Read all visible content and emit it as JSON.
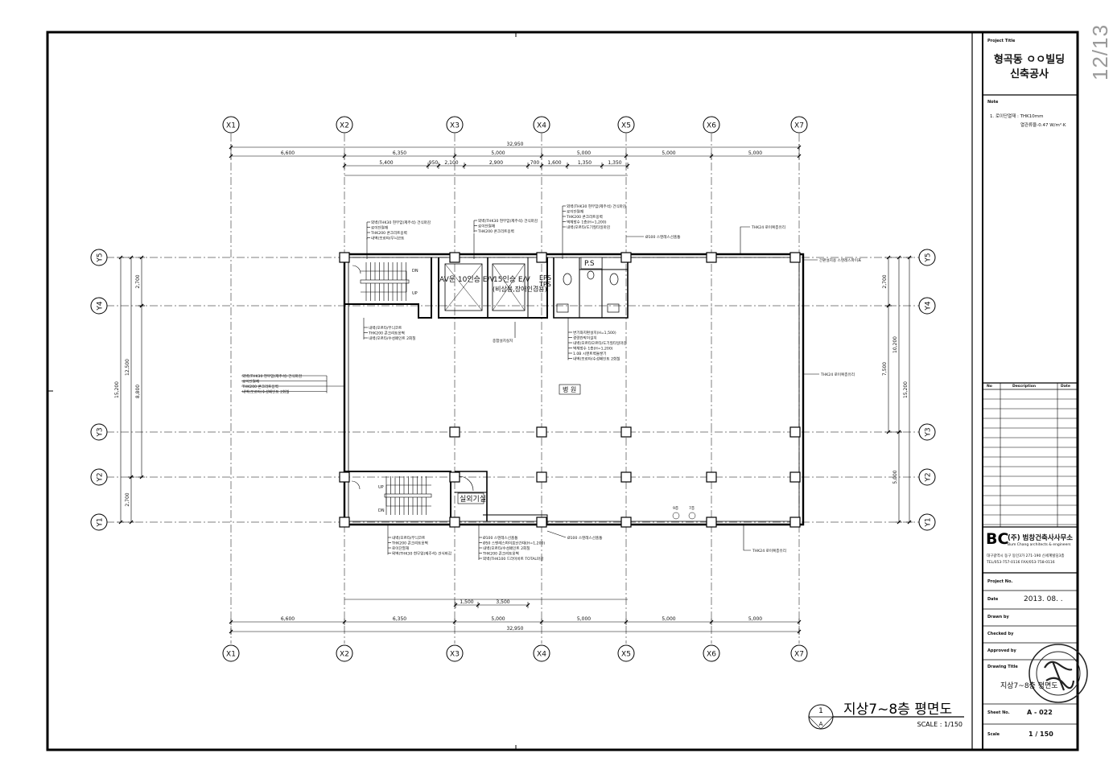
{
  "page_indicator": "12/13",
  "grid_x": [
    "X1",
    "X2",
    "X3",
    "X4",
    "X5",
    "X6",
    "X7"
  ],
  "grid_y": [
    "Y5",
    "Y4",
    "Y3",
    "Y2",
    "Y1"
  ],
  "dims_top": {
    "overall": "32,950",
    "row1": [
      "6,600",
      "6,350",
      "5,000",
      "5,000",
      "5,000",
      "5,000"
    ],
    "row2": [
      "5,400",
      "950",
      "2,100",
      "2,900",
      "700",
      "1,600",
      "1,350",
      "1,350"
    ]
  },
  "dims_bottom": {
    "overall": "32,950",
    "row1": [
      "6,600",
      "6,350",
      "5,000",
      "5,000",
      "5,000",
      "5,000"
    ],
    "row2": [
      "1,500",
      "3,500"
    ]
  },
  "dims_left": [
    "2,700",
    "12,500",
    "8,800",
    "15,200",
    "2,700"
  ],
  "dims_right": [
    "2,700",
    "7,500",
    "10,200",
    "15,200",
    "5,000"
  ],
  "rooms": {
    "elevator_left": "AV운 10인승 E/V",
    "elevator_right": "15인승 E/V",
    "elevator_note": "(비상용,장애인겸용)",
    "eps": "EPS",
    "tps": "TPS",
    "ps": "P.S",
    "main": "병 원",
    "outdoor_unit": "실외기실",
    "dn": "DN",
    "up": "UP"
  },
  "annotations": {
    "a1": [
      "외벽(THK30 현무암(제주석) 건식마감",
      "로이단열재",
      "THK200 콘크리트옹벽",
      "내벽(모르타/무늬코트"
    ],
    "a2": [
      "외벽(THK30 현무암(제주석) 건식마감",
      "로이단열재",
      "THK200 콘크리트옹벽"
    ],
    "a3": [
      "외벽(THK30 현무암(제주석) 건식마감",
      "로이단열재",
      "THK200 콘크리트옹벽",
      "벽체방수 1층(H=1,200)",
      "내벽(모르타/도기질타일마감"
    ],
    "a4": "Ø100 스텐레스선홈통",
    "a5": "THK24 로이복층유리",
    "a6": "간판설치용 스텐레스파이프",
    "a7": [
      "내벽(모르타/무늬코트",
      "THK200 콘크리트옹벽",
      "내벽(모르타/수성페인트 2회칠"
    ],
    "a8": "종합설치실치",
    "a9": [
      "변기좌지편설치(H=1,500)",
      "경량칸막이설치",
      "내벽(모르타모르타/도기질타일마감",
      "벽체방수 1층(H=1,200)",
      "1.0B 시멘트벽돌쌓기",
      "내벽(모르타/수성페인트 2회칠"
    ],
    "a10": "THK24 로이복층유리",
    "a11": [
      "외벽(THK30 현무암(제주석) 건식마감",
      "로이단열재",
      "THK200 콘크리트옹벽",
      "내벽(모르타/수성페인트 2회칠"
    ],
    "a12": [
      "내벽(모르타/무늬코트",
      "THK200 콘크리트옹벽",
      "로이단열재",
      "외벽(THK30 현무암(제주석) 건식마감"
    ],
    "a13": [
      "Ø100 스텐레스선홈통",
      "Ø50 스텐레스파이프난간대(H=1,200)",
      "내벽(모르타/수성페인트 2회칠",
      "THK200 콘크리트옹벽",
      "외벽(THK100 드라이비트 TOTAL마감"
    ],
    "a14": "Ø100 스텐레스선홈통",
    "a15": "THK24 로이복층유리",
    "cols": [
      "9층",
      "7층"
    ]
  },
  "title_block": {
    "project_title_label": "Project Title",
    "project_name": [
      "형곡동 ㅇㅇ빌딩",
      "신축공사"
    ],
    "note_label": "Note",
    "notes": [
      "1. 로이단열재 : THK10mm",
      "열관류율-0.47 W/m²·K"
    ],
    "revision_headers": [
      "No",
      "Description",
      "Date"
    ],
    "firm_logo": "BC",
    "firm_name": "(주) 범창건축사사무소",
    "firm_name_en": "Bum Chang architects & engineers",
    "firm_address": "대구광역시 동구 동인3가 271-190 신세계빌딩3층",
    "firm_tel": "TEL/053-757-0116 FAX/053-758-0116",
    "project_no_label": "Project No.",
    "date_label": "Date",
    "date_value": "2013. 08.  .",
    "drawn_label": "Drawn by",
    "checked_label": "Checked by",
    "approved_label": "Approved by",
    "drawing_title_label": "Drawing Title",
    "drawing_title_value": "지상7~8층 평면도",
    "sheet_no_label": "Sheet No.",
    "sheet_no_value": "A - 022",
    "scale_label": "Scale",
    "scale_value": "1 / 150"
  },
  "drawing_title": {
    "number": "1",
    "sheet_ref": "A",
    "title": "지상7~8층 평면도",
    "scale": "SCALE : 1/150"
  }
}
